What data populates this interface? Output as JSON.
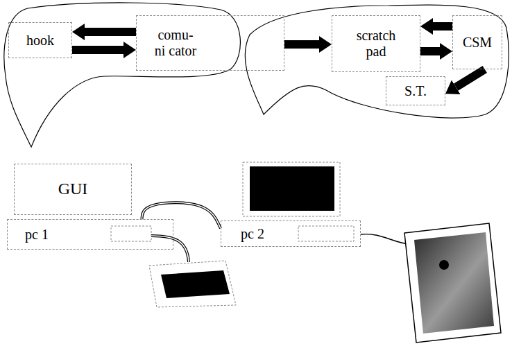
{
  "diagram": {
    "nodes": [
      {
        "text": [
          "hook"
        ]
      },
      {
        "text": [
          "comu- ni cator"
        ]
      },
      {
        "text": [
          "scratch pad"
        ]
      },
      {
        "text": [
          "CSM"
        ]
      },
      {
        "text": [
          "S.T."
        ]
      },
      {
        "text": [
          "GUI"
        ]
      },
      {
        "text": [
          "pc 1"
        ]
      },
      {
        "text": [
          "pc 2"
        ]
      }
    ],
    "edges": [
      {
        "from": 1,
        "to": 0,
        "arrow": "to"
      },
      {
        "from": 0,
        "to": 1,
        "arrow": "to"
      },
      {
        "from": 1,
        "to": 2,
        "arrow": "to"
      },
      {
        "from": 3,
        "to": 2,
        "arrow": "to"
      },
      {
        "from": 2,
        "to": 3,
        "arrow": "to"
      },
      {
        "from": 3,
        "to": 4,
        "arrow": "to"
      },
      {
        "from": 6,
        "to": 7,
        "arrow": "none"
      }
    ]
  }
}
